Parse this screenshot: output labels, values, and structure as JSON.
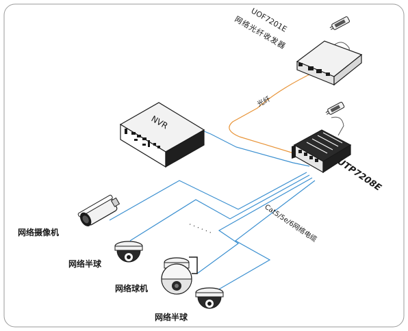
{
  "labels": {
    "converter_model": "UOF7201E",
    "converter_name": "网络光纤收发器",
    "fiber": "光纤",
    "nvr": "NVR",
    "switch_model": "UTP7208E",
    "cable": "Cat5/5e/6网络电缆",
    "bullet_camera": "网络摄像机",
    "dome_camera_1": "网络半球",
    "speed_dome": "网络球机",
    "dome_camera_2": "网络半球",
    "ellipsis": ". . . . . ."
  },
  "colors": {
    "frame": "#9a9a9a",
    "network_cable": "#3a8fd0",
    "fiber_cable": "#e89438",
    "device_dark": "#222222",
    "device_light": "#f2f2f2",
    "outline": "#1a1a1a"
  },
  "icons": {
    "converter": "media-converter-icon",
    "nvr": "nvr-recorder-icon",
    "switch": "poe-switch-icon",
    "bullet_camera": "bullet-camera-icon",
    "dome_camera": "dome-camera-icon",
    "speed_dome": "speed-dome-camera-icon",
    "power_adapter": "power-adapter-icon"
  }
}
